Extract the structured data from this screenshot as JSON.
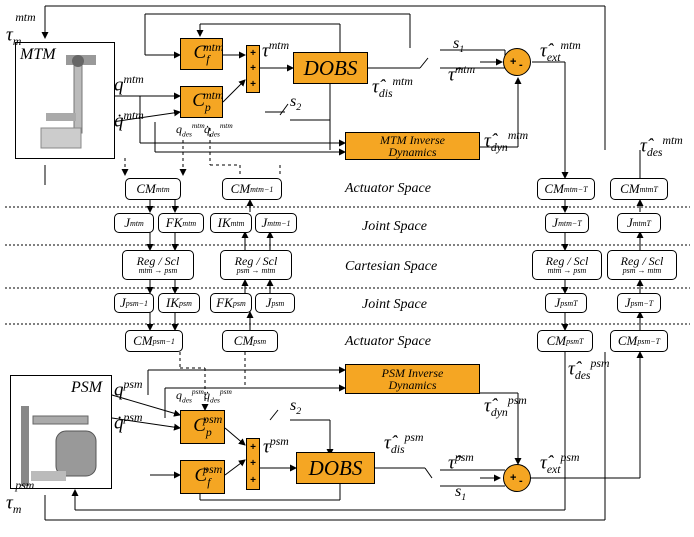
{
  "robots": {
    "mtm": {
      "label": "MTM"
    },
    "psm": {
      "label": "PSM"
    }
  },
  "blocks": {
    "cf_mtm": "C_f^mtm",
    "cp_mtm": "C_p^mtm",
    "dobs_mtm": "DOBS",
    "inv_mtm": [
      "MTM Inverse",
      "Dynamics"
    ],
    "cf_psm": "C_f^psm",
    "cp_psm": "C_p^psm",
    "dobs_psm": "DOBS",
    "inv_psm": [
      "PSM Inverse",
      "Dynamics"
    ]
  },
  "spaces": {
    "actuator_top": "Actuator Space",
    "joint_top": "Joint  Space",
    "cartesian": "Cartesian Space",
    "joint_bottom": "Joint Space",
    "actuator_bottom": "Actuator Space"
  },
  "signals": {
    "tau_m_mtm": "τ_m^mtm",
    "q_mtm": "q^mtm",
    "qdot_mtm": "q̇^mtm",
    "q_des_mtm": "q_des^mtm",
    "qdot_des_mtm": "q̇_des^mtm",
    "tau_mtm": "τ^mtm",
    "tau_hat_mtm": "τ̂^mtm",
    "tau_dis_mtm": "τ̂_dis^mtm",
    "tau_dyn_mtm": "τ̂_dyn^mtm",
    "tau_ext_mtm": "τ̂_ext^mtm",
    "tau_des_mtm": "τ̂_des^mtm",
    "tau_m_psm": "τ_m^psm",
    "q_psm": "q^psm",
    "qdot_psm": "q̇^psm",
    "q_des_psm": "q_des^psm",
    "qdot_des_psm": "q̇_des^psm",
    "tau_psm": "τ^psm",
    "tau_hat_psm": "τ̂^psm",
    "tau_dis_psm": "τ̂_dis^psm",
    "tau_dyn_psm": "τ̂_dyn^psm",
    "tau_ext_psm": "τ̂_ext^psm",
    "tau_des_psm": "τ̂_des^psm",
    "s1": "s_1",
    "s2": "s_2"
  },
  "boxes": {
    "cm_mtm": "CM_mtm",
    "cm_mtm_inv": "CM_mtm^-1",
    "cm_mtm_invT": "CM_mtm^-T",
    "cm_mtm_T": "CM_mtm^T",
    "j_mtm": "J_mtm",
    "fk_mtm": "FK_mtm",
    "ik_mtm": "IK_mtm",
    "j_mtm_inv": "J_mtm^-1",
    "j_mtm_invT": "J_mtm^-T",
    "j_mtm_T": "J_mtm^T",
    "reg_scl": "Reg / Scl",
    "mtm_to_psm": "mtm → psm",
    "psm_to_mtm": "psm → mtm",
    "j_psm_inv": "J_psm^-1",
    "ik_psm": "IK_psm",
    "fk_psm": "FK_psm",
    "j_psm": "J_psm",
    "j_psm_T": "J_psm^T",
    "j_psm_invT": "J_psm^-T",
    "cm_psm_inv": "CM_psm^-1",
    "cm_psm": "CM_psm",
    "cm_psm_T": "CM_psm^T",
    "cm_psm_invT": "CM_psm^-T"
  },
  "sum_signs": {
    "plus": "+",
    "minus": "-"
  },
  "colors": {
    "block_fill": "#f5a623",
    "line": "#000000"
  }
}
